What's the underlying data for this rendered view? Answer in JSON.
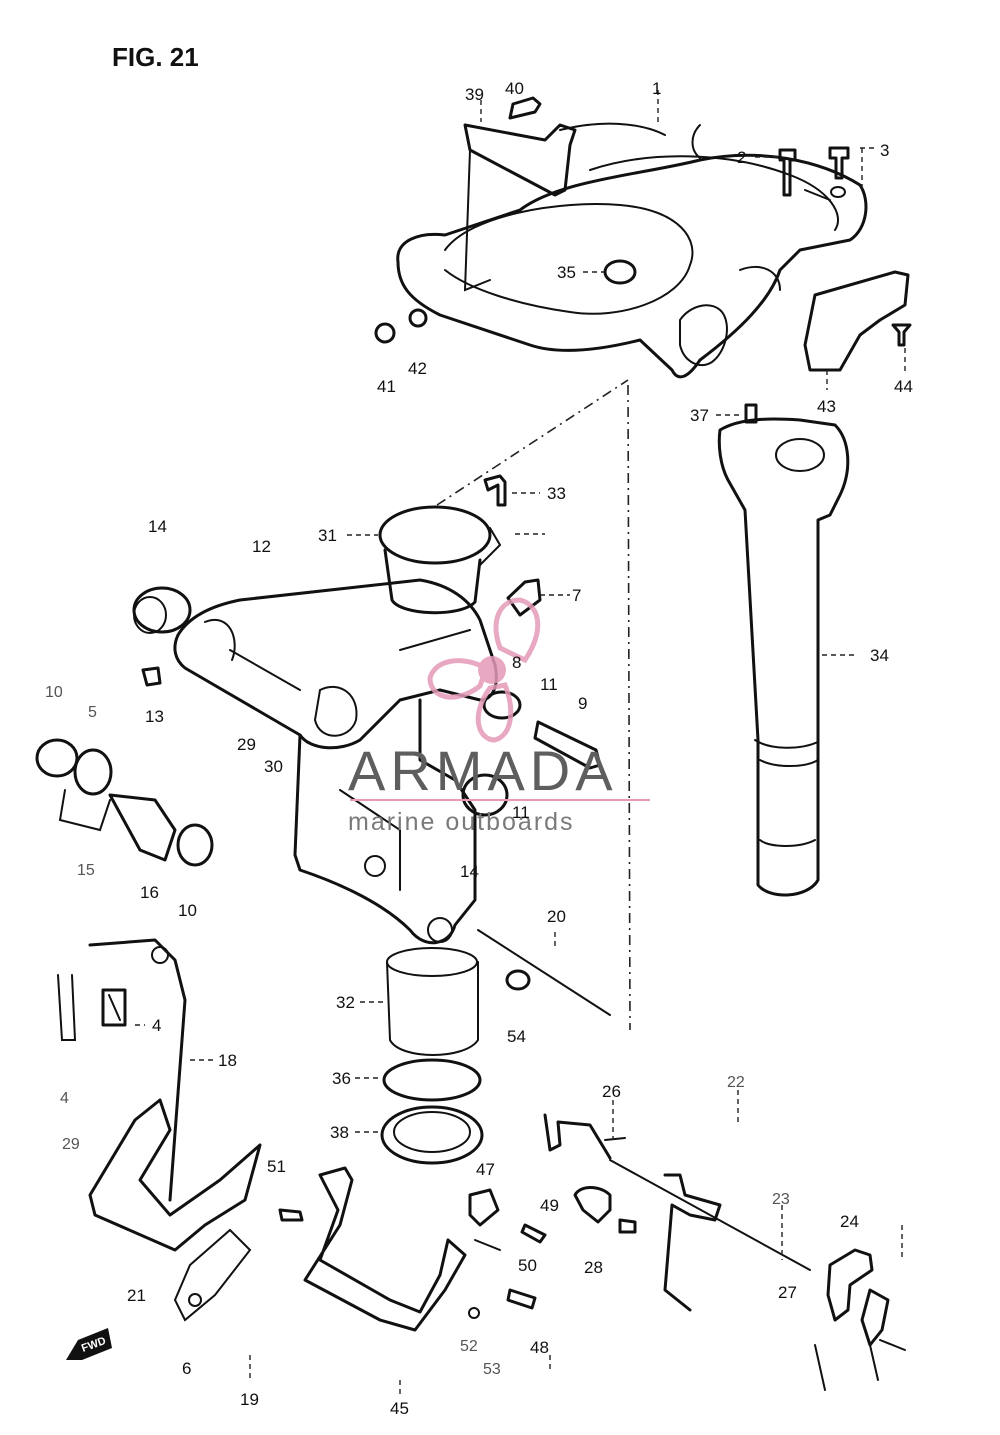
{
  "figure": {
    "title": "FIG. 21"
  },
  "watermark": {
    "brand": "ARMADA",
    "tagline": "marine outboards",
    "propeller_color": "#e49ab8",
    "rule_color": "#e49ab8"
  },
  "fwd_label": "FWD",
  "callouts": {
    "c1": "1",
    "c2": "2",
    "c3": "3",
    "c39": "39",
    "c40": "40",
    "c35": "35",
    "c41": "41",
    "c42": "42",
    "c43": "43",
    "c44": "44",
    "c37": "37",
    "c33": "33",
    "c31": "31",
    "c7": "7",
    "c14a": "14",
    "c12": "12",
    "c8": "8",
    "c11a": "11",
    "c9": "9",
    "c13": "13",
    "c34": "34",
    "c10a": "10",
    "c5": "5",
    "c29a": "29",
    "c30": "30",
    "c11b": "11",
    "c14b": "14",
    "c15": "15",
    "c16": "16",
    "c10b": "10",
    "c20": "20",
    "c32": "32",
    "c54": "54",
    "c4": "4",
    "c18": "18",
    "c36": "36",
    "c22": "22",
    "c4b": "4",
    "c26": "26",
    "c29b": "29",
    "c38": "38",
    "c47": "47",
    "c51": "51",
    "c49": "49",
    "c23": "23",
    "c24": "24",
    "c28": "28",
    "c50": "50",
    "c27": "27",
    "c21": "21",
    "c48": "48",
    "c52": "52",
    "c53": "53",
    "c6": "6",
    "c19": "19",
    "c45": "45"
  }
}
